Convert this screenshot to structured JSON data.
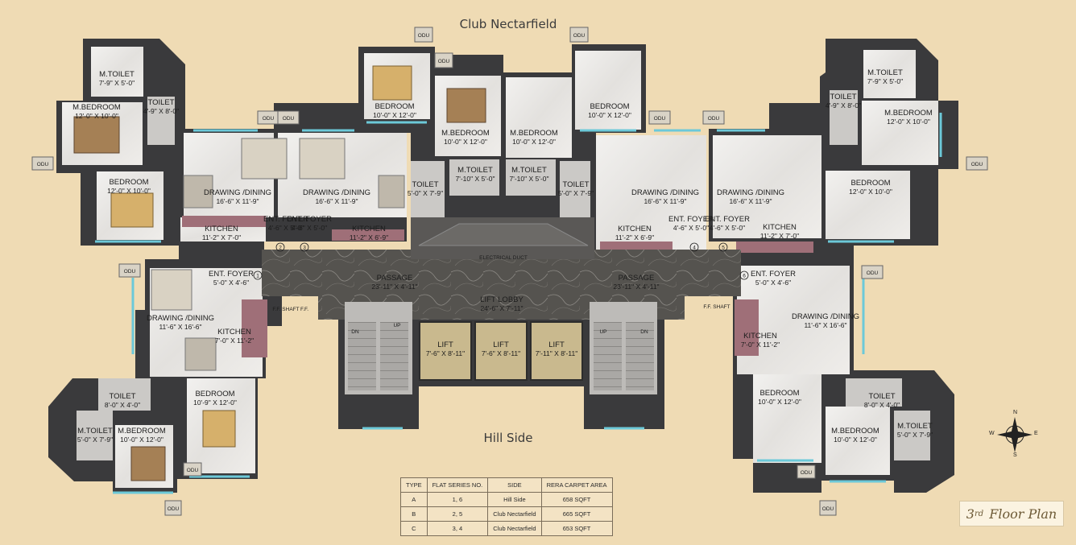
{
  "sides": {
    "top": "Club Nectarfield",
    "bottom": "Hill Side"
  },
  "plan_title": {
    "number": "3",
    "suffix": "rd",
    "text": "Floor Plan"
  },
  "compass": {
    "n": "N",
    "s": "S",
    "e": "E",
    "w": "W"
  },
  "rooms": [
    {
      "id": "ul-mtoilet",
      "name": "M.TOILET",
      "dims": "7'-9\" X 5'-0\""
    },
    {
      "id": "ul-toilet",
      "name": "TOILET",
      "dims": "4'-9\" X 8'-0\""
    },
    {
      "id": "ul-mbed",
      "name": "M.BEDROOM",
      "dims": "12'-0\" X 10'-0\""
    },
    {
      "id": "ul-bed",
      "name": "BEDROOM",
      "dims": "12'-0\" X 10'-0\""
    },
    {
      "id": "ul-dd",
      "name": "DRAWING /DINING",
      "dims": "16'-6\" X 11'-9\""
    },
    {
      "id": "ul-kit",
      "name": "KITCHEN",
      "dims": "11'-2\" X 7'-0\""
    },
    {
      "id": "ul-foyer",
      "name": "ENT. FOYER",
      "dims": "4'-6\" X 5'-0\""
    },
    {
      "id": "uc-dd",
      "name": "DRAWING /DINING",
      "dims": "16'-6\" X 11'-9\""
    },
    {
      "id": "uc-kit",
      "name": "KITCHEN",
      "dims": "11'-2\" X 6'-9\""
    },
    {
      "id": "uc-foyer",
      "name": "ENT. FOYER",
      "dims": "4'-6\" X 5'-0\""
    },
    {
      "id": "uc-bed",
      "name": "BEDROOM",
      "dims": "10'-0\" X 12'-0\""
    },
    {
      "id": "uc-mbed",
      "name": "M.BEDROOM",
      "dims": "10'-0\" X 12'-0\""
    },
    {
      "id": "uc-mtoilet",
      "name": "M.TOILET",
      "dims": "7'-10\" X 5'-0\""
    },
    {
      "id": "uc-toilet",
      "name": "TOILET",
      "dims": "5'-0\" X 7'-9\""
    },
    {
      "id": "ur-mbed",
      "name": "M.BEDROOM",
      "dims": "10'-0\" X 12'-0\""
    },
    {
      "id": "ur-mtoilet",
      "name": "M.TOILET",
      "dims": "7'-10\" X 5'-0\""
    },
    {
      "id": "ur-bed",
      "name": "BEDROOM",
      "dims": "10'-0\" X 12'-0\""
    },
    {
      "id": "ur-toilet",
      "name": "TOILET",
      "dims": "5'-0\" X 7'-9\""
    },
    {
      "id": "ur-dd",
      "name": "DRAWING /DINING",
      "dims": "16'-6\" X 11'-9\""
    },
    {
      "id": "ur-kit",
      "name": "KITCHEN",
      "dims": "11'-2\" X 6'-9\""
    },
    {
      "id": "ur-foyer",
      "name": "ENT. FOYER",
      "dims": "4'-6\" X 5'-0\""
    },
    {
      "id": "r-dd",
      "name": "DRAWING /DINING",
      "dims": "16'-6\" X 11'-9\""
    },
    {
      "id": "r-kit",
      "name": "KITCHEN",
      "dims": "11'-2\" X 7'-0\""
    },
    {
      "id": "r-foyer",
      "name": "ENT. FOYER",
      "dims": "4'-6\" X 5'-0\""
    },
    {
      "id": "r-bed",
      "name": "BEDROOM",
      "dims": "12'-0\" X 10'-0\""
    },
    {
      "id": "r-mbed",
      "name": "M.BEDROOM",
      "dims": "12'-0\" X 10'-0\""
    },
    {
      "id": "r-toilet",
      "name": "TOILET",
      "dims": "4'-9\" X 8'-0\""
    },
    {
      "id": "r-mtoilet",
      "name": "M.TOILET",
      "dims": "7'-9\" X 5'-0\""
    },
    {
      "id": "bl-foyer",
      "name": "ENT. FOYER",
      "dims": "5'-0\" X 4'-6\""
    },
    {
      "id": "bl-dd",
      "name": "DRAWING /DINING",
      "dims": "11'-6\" X 16'-6\""
    },
    {
      "id": "bl-kit",
      "name": "KITCHEN",
      "dims": "7'-0\" X 11'-2\""
    },
    {
      "id": "bl-toilet",
      "name": "TOILET",
      "dims": "8'-0\" X 4'-0\""
    },
    {
      "id": "bl-bed",
      "name": "BEDROOM",
      "dims": "10'-9\" X 12'-0\""
    },
    {
      "id": "bl-mbed",
      "name": "M.BEDROOM",
      "dims": "10'-0\" X 12'-0\""
    },
    {
      "id": "bl-mtoilet",
      "name": "M.TOILET",
      "dims": "5'-0\" X 7'-9\""
    },
    {
      "id": "br-foyer",
      "name": "ENT. FOYER",
      "dims": "5'-0\" X 4'-6\""
    },
    {
      "id": "br-dd",
      "name": "DRAWING /DINING",
      "dims": "11'-6\" X 16'-6\""
    },
    {
      "id": "br-kit",
      "name": "KITCHEN",
      "dims": "7'-0\" X 11'-2\""
    },
    {
      "id": "br-bed",
      "name": "BEDROOM",
      "dims": "10'-0\" X 12'-0\""
    },
    {
      "id": "br-toilet",
      "name": "TOILET",
      "dims": "8'-0\" X 4'-0\""
    },
    {
      "id": "br-mbed",
      "name": "M.BEDROOM",
      "dims": "10'-0\" X 12'-0\""
    },
    {
      "id": "br-mtoilet",
      "name": "M.TOILET",
      "dims": "5'-0\" X 7'-9\""
    },
    {
      "id": "pass-l",
      "name": "PASSAGE",
      "dims": "23'-11\" X 4'-11\""
    },
    {
      "id": "pass-r",
      "name": "PASSAGE",
      "dims": "23'-11\" X 4'-11\""
    },
    {
      "id": "lobby",
      "name": "LIFT LOBBY",
      "dims": "24'-6\" X 7'-11\""
    },
    {
      "id": "lift1",
      "name": "LIFT",
      "dims": "7'-6\" X 8'-11\""
    },
    {
      "id": "lift2",
      "name": "LIFT",
      "dims": "7'-6\" X 8'-11\""
    },
    {
      "id": "lift3",
      "name": "LIFT",
      "dims": "7'-11\" X 8'-11\""
    }
  ],
  "small_labels": {
    "duct": "ELECTRICAL DUCT",
    "dn": "DN",
    "up": "UP",
    "odu": "ODU",
    "ff_shaft": "F.F. SHAFT",
    "ff": "F.F.",
    "unit_numbers": [
      "1",
      "2",
      "3",
      "4",
      "5",
      "6"
    ]
  },
  "area_table": {
    "headers": [
      "TYPE",
      "FLAT SERIES NO.",
      "SIDE",
      "RERA CARPET AREA"
    ],
    "rows": [
      [
        "A",
        "1, 6",
        "Hill Side",
        "658 SQFT"
      ],
      [
        "B",
        "2, 5",
        "Club Nectarfield",
        "665 SQFT"
      ],
      [
        "C",
        "3, 4",
        "Club Nectarfield",
        "653 SQFT"
      ]
    ]
  },
  "colors": {
    "background": "#efdbb4",
    "wall": "#3a3a3c",
    "floor": "#e9e7e4",
    "wet_area": "#cbc9c6",
    "passage": "#5c5a56",
    "lift": "#c9b98e",
    "window": "#6cc9d9",
    "kitchen_counter": "#9f6f78"
  }
}
